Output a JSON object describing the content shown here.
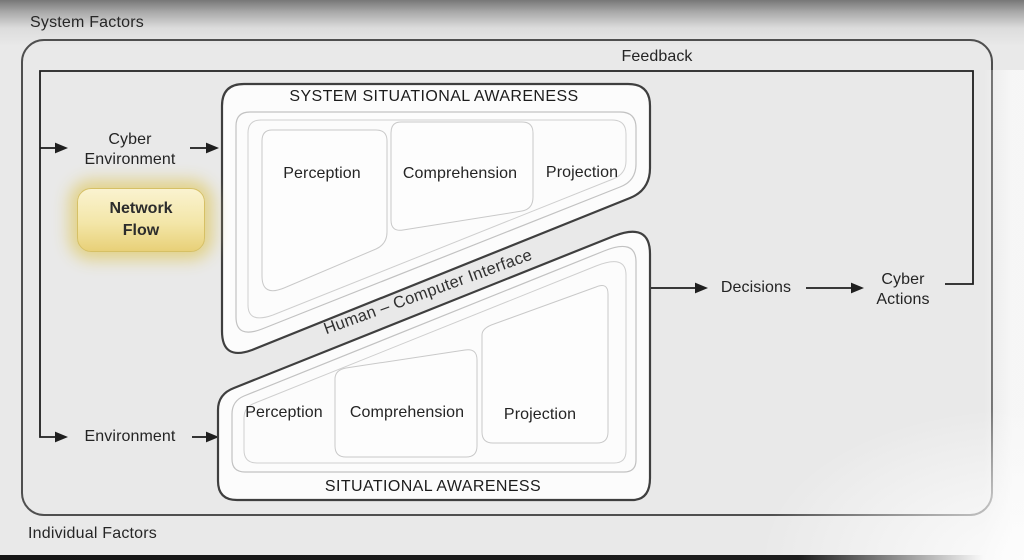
{
  "page": {
    "system_factors_label": "System Factors",
    "individual_factors_label": "Individual Factors"
  },
  "diagram": {
    "feedback_label": "Feedback",
    "cyber_environment_label": "Cyber\nEnvironment",
    "network_flow_label": "Network\nFlow",
    "environment_label": "Environment",
    "hci_label": "Human – Computer Interface",
    "decisions_label": "Decisions",
    "cyber_actions_label": "Cyber\nActions",
    "system_sa": {
      "title": "SYSTEM SITUATIONAL AWARENESS",
      "stages": [
        "Perception",
        "Comprehension",
        "Projection"
      ]
    },
    "individual_sa": {
      "title": "SITUATIONAL AWARENESS",
      "stages": [
        "Perception",
        "Comprehension",
        "Projection"
      ]
    },
    "colors": {
      "highlight_fill_top": "#faf3d0",
      "highlight_fill_bottom": "#e8d078",
      "highlight_border": "#d6c065",
      "highlight_glow": "#e2d288"
    }
  }
}
